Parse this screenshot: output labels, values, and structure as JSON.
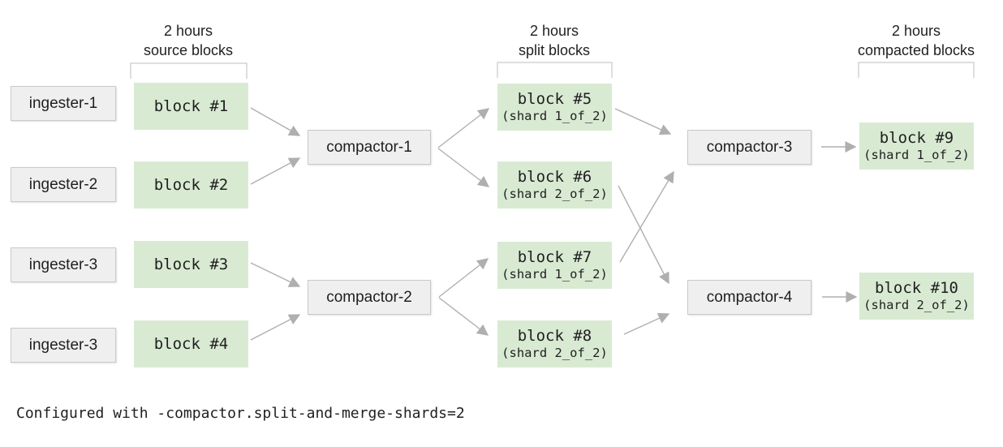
{
  "columns": {
    "source": {
      "header_line1": "2 hours",
      "header_line2": "source blocks"
    },
    "split": {
      "header_line1": "2 hours",
      "header_line2": "split blocks"
    },
    "compacted": {
      "header_line1": "2 hours",
      "header_line2": "compacted blocks"
    }
  },
  "ingesters": [
    {
      "label": "ingester-1"
    },
    {
      "label": "ingester-2"
    },
    {
      "label": "ingester-3"
    },
    {
      "label": "ingester-3"
    }
  ],
  "source_blocks": [
    {
      "label": "block #1"
    },
    {
      "label": "block #2"
    },
    {
      "label": "block #3"
    },
    {
      "label": "block #4"
    }
  ],
  "stage1_compactors": [
    {
      "label": "compactor-1"
    },
    {
      "label": "compactor-2"
    }
  ],
  "split_blocks": [
    {
      "label": "block #5",
      "shard": "(shard 1_of_2)"
    },
    {
      "label": "block #6",
      "shard": "(shard 2_of_2)"
    },
    {
      "label": "block #7",
      "shard": "(shard 1_of_2)"
    },
    {
      "label": "block #8",
      "shard": "(shard 2_of_2)"
    }
  ],
  "stage2_compactors": [
    {
      "label": "compactor-3"
    },
    {
      "label": "compactor-4"
    }
  ],
  "compacted_blocks": [
    {
      "label": "block #9",
      "shard": "(shard 1_of_2)"
    },
    {
      "label": "block #10",
      "shard": "(shard 2_of_2)"
    }
  ],
  "footer": {
    "note": "Configured with -compactor.split-and-merge-shards=2"
  },
  "edges": [
    {
      "from": "block #1",
      "to": "compactor-1"
    },
    {
      "from": "block #2",
      "to": "compactor-1"
    },
    {
      "from": "block #3",
      "to": "compactor-2"
    },
    {
      "from": "block #4",
      "to": "compactor-2"
    },
    {
      "from": "compactor-1",
      "to": "block #5"
    },
    {
      "from": "compactor-1",
      "to": "block #6"
    },
    {
      "from": "compactor-2",
      "to": "block #7"
    },
    {
      "from": "compactor-2",
      "to": "block #8"
    },
    {
      "from": "block #5",
      "to": "compactor-3"
    },
    {
      "from": "block #7",
      "to": "compactor-3"
    },
    {
      "from": "block #6",
      "to": "compactor-4"
    },
    {
      "from": "block #8",
      "to": "compactor-4"
    },
    {
      "from": "compactor-3",
      "to": "block #9"
    },
    {
      "from": "compactor-4",
      "to": "block #10"
    }
  ],
  "colors": {
    "block_fill": "#d9ead3",
    "node_fill": "#efefef",
    "node_border": "#c9c9c9",
    "bracket_border": "#c9c9c9",
    "arrow": "#afafaf",
    "text": "#1f1f1f",
    "background": "#ffffff"
  }
}
